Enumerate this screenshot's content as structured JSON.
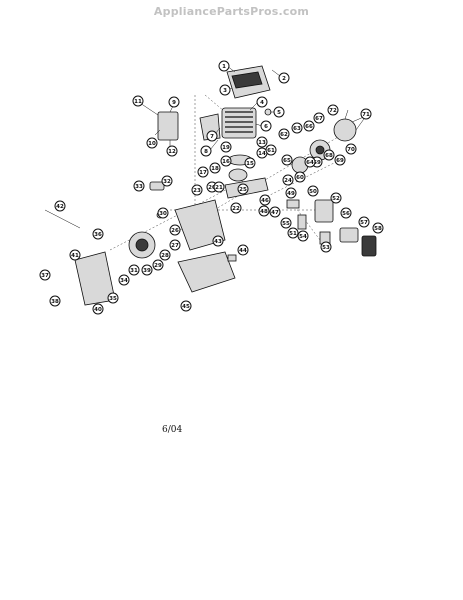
{
  "watermark": "AppliancePartsPros.com",
  "date_code": "6/04",
  "callouts": [
    "1",
    "2",
    "3",
    "4",
    "5",
    "6",
    "7",
    "8",
    "9",
    "10",
    "11",
    "12",
    "13",
    "14",
    "15",
    "16",
    "17",
    "18",
    "19",
    "20",
    "21",
    "22",
    "23",
    "24",
    "25",
    "26",
    "27",
    "28",
    "29",
    "30",
    "31",
    "32",
    "33",
    "34",
    "35",
    "36",
    "37",
    "38",
    "39",
    "40",
    "41",
    "42",
    "43",
    "44",
    "45",
    "46",
    "47",
    "48",
    "49",
    "50",
    "51",
    "52",
    "53",
    "54",
    "55",
    "56",
    "57",
    "58",
    "59",
    "60",
    "61",
    "62",
    "63",
    "64",
    "65",
    "66",
    "67",
    "68",
    "69",
    "70",
    "71",
    "72"
  ]
}
